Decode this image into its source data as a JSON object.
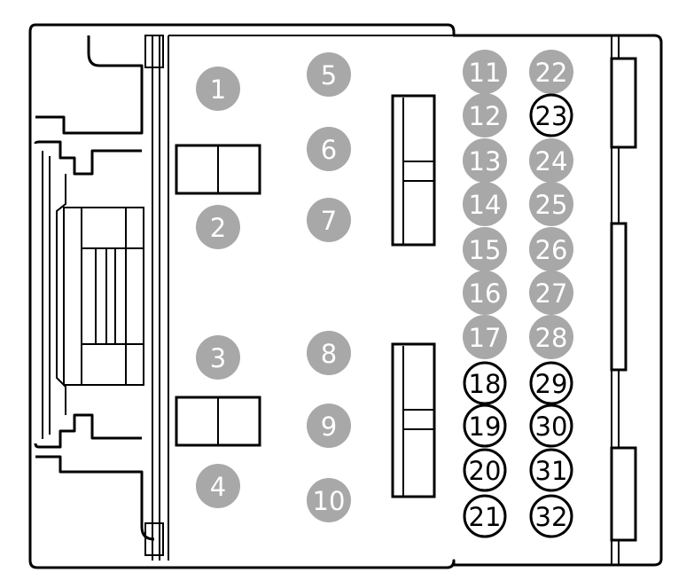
{
  "colors": {
    "filled_pin": "#a8a8a8",
    "outline": "#000000",
    "background": "#ffffff"
  },
  "pins": [
    {
      "label": "1",
      "style": "filled"
    },
    {
      "label": "2",
      "style": "filled"
    },
    {
      "label": "3",
      "style": "filled"
    },
    {
      "label": "4",
      "style": "filled"
    },
    {
      "label": "5",
      "style": "filled"
    },
    {
      "label": "6",
      "style": "filled"
    },
    {
      "label": "7",
      "style": "filled"
    },
    {
      "label": "8",
      "style": "filled"
    },
    {
      "label": "9",
      "style": "filled"
    },
    {
      "label": "10",
      "style": "filled"
    },
    {
      "label": "11",
      "style": "filled"
    },
    {
      "label": "12",
      "style": "filled"
    },
    {
      "label": "13",
      "style": "filled"
    },
    {
      "label": "14",
      "style": "filled"
    },
    {
      "label": "15",
      "style": "filled"
    },
    {
      "label": "16",
      "style": "filled"
    },
    {
      "label": "17",
      "style": "filled"
    },
    {
      "label": "18",
      "style": "outlined"
    },
    {
      "label": "19",
      "style": "outlined"
    },
    {
      "label": "20",
      "style": "outlined"
    },
    {
      "label": "21",
      "style": "outlined"
    },
    {
      "label": "22",
      "style": "filled"
    },
    {
      "label": "23",
      "style": "outlined"
    },
    {
      "label": "24",
      "style": "filled"
    },
    {
      "label": "25",
      "style": "filled"
    },
    {
      "label": "26",
      "style": "filled"
    },
    {
      "label": "27",
      "style": "filled"
    },
    {
      "label": "28",
      "style": "filled"
    },
    {
      "label": "29",
      "style": "outlined"
    },
    {
      "label": "30",
      "style": "outlined"
    },
    {
      "label": "31",
      "style": "outlined"
    },
    {
      "label": "32",
      "style": "outlined"
    }
  ]
}
